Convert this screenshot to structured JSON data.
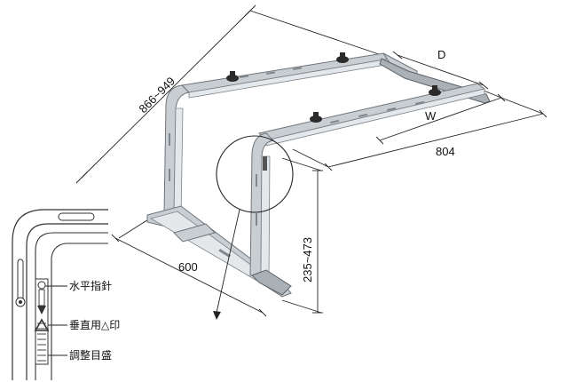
{
  "dimensions": {
    "length": "866~949",
    "depth": "D",
    "width_label": "W",
    "width_value": "804",
    "front": "600",
    "height": "235~473"
  },
  "detail_labels": {
    "level_indicator": "水平指針",
    "vertical_mark": "垂直用△印",
    "adjust_scale": "調整目盛"
  }
}
